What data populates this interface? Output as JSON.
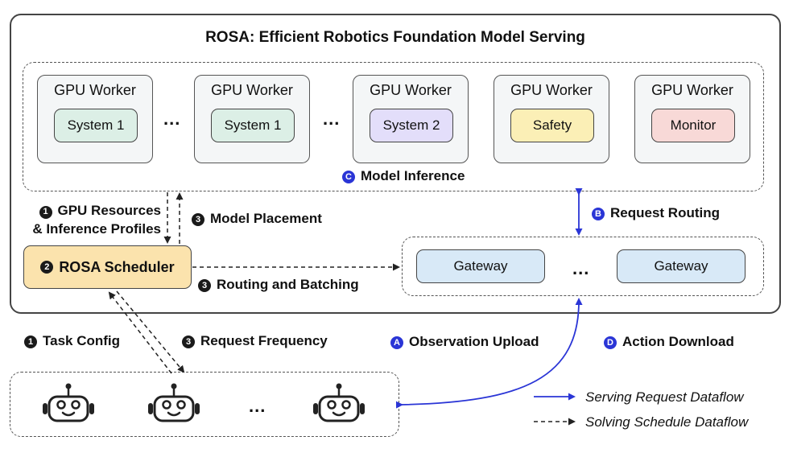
{
  "title": "ROSA: Efficient Robotics Foundation Model Serving",
  "workers": [
    {
      "title": "GPU Worker",
      "model": "System 1",
      "color": "#dcefe6"
    },
    {
      "title": "GPU Worker",
      "model": "System 1",
      "color": "#dcefe6"
    },
    {
      "title": "GPU Worker",
      "model": "System 2",
      "color": "#e3defa"
    },
    {
      "title": "GPU Worker",
      "model": "Safety",
      "color": "#fbefb6"
    },
    {
      "title": "GPU Worker",
      "model": "Monitor",
      "color": "#f8d9d7"
    }
  ],
  "ellipsis": "...",
  "model_inference": {
    "badge": "C",
    "label": "Model Inference"
  },
  "gpu_resources": {
    "badge": "1",
    "line1": "GPU Resources",
    "line2": "& Inference Profiles"
  },
  "model_placement": {
    "badge": "3",
    "label": "Model Placement"
  },
  "request_routing": {
    "badge": "B",
    "label": "Request Routing"
  },
  "scheduler": {
    "badge": "2",
    "label": "ROSA Scheduler"
  },
  "routing_batching": {
    "badge": "3",
    "label": "Routing and Batching"
  },
  "gateways": [
    "Gateway",
    "Gateway"
  ],
  "task_config": {
    "badge": "1",
    "label": "Task Config"
  },
  "request_frequency": {
    "badge": "3",
    "label": "Request Frequency"
  },
  "observation_upload": {
    "badge": "A",
    "label": "Observation Upload"
  },
  "action_download": {
    "badge": "D",
    "label": "Action Download"
  },
  "robots": [
    "robot-icon",
    "robot-icon",
    "robot-icon"
  ],
  "legend": {
    "serving": "Serving Request Dataflow",
    "solving": "Solving Schedule Dataflow"
  },
  "colors": {
    "accent_blue": "#2a35d6",
    "scheduler": "#fbe3ad",
    "gateway": "#d8e9f7"
  }
}
